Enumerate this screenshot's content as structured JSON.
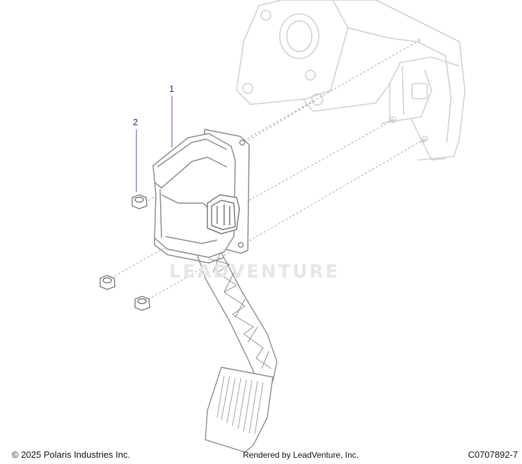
{
  "callouts": [
    {
      "id": "1",
      "label": "1"
    },
    {
      "id": "2",
      "label": "2"
    }
  ],
  "watermark": "LEADVENTURE",
  "footer": {
    "copyright": "© 2025 Polaris Industries Inc.",
    "rendered_by": "Rendered by LeadVenture, Inc.",
    "figure_id": "C0707892-7"
  },
  "colors": {
    "line": "#888888",
    "ghost_line": "#cfcfcf",
    "callout": "#1d2a8a",
    "leader": "#3a4cc0"
  }
}
